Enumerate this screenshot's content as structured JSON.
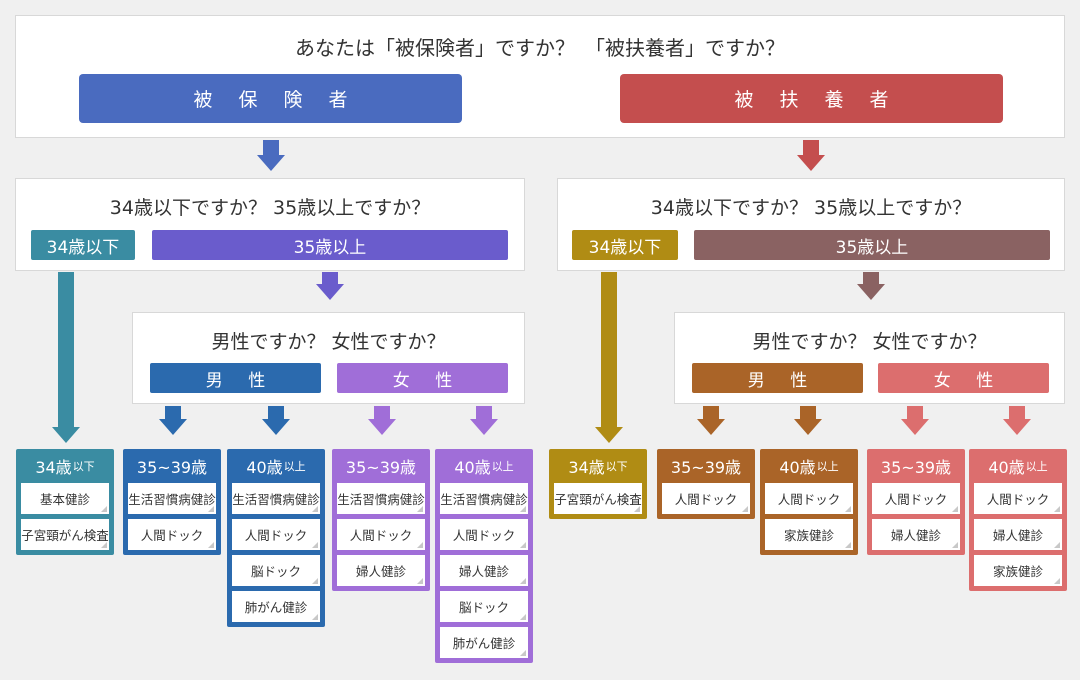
{
  "top": {
    "question": "あなたは「被保険者」ですか？　「被扶養者」ですか？",
    "insured_label": "被 保 険 者",
    "dependent_label": "被 扶 養 者"
  },
  "insured": {
    "age_question": "34歳以下ですか？ 35歳以上ですか？",
    "under34_label": "34歳以下",
    "over35_label": "35歳以上",
    "gender_question": "男性ですか？ 女性ですか？",
    "male_label": "男 性",
    "female_label": "女 性"
  },
  "dependent": {
    "age_question": "34歳以下ですか？ 35歳以上ですか？",
    "under34_label": "34歳以下",
    "over35_label": "35歳以上",
    "gender_question": "男性ですか？ 女性ですか？",
    "male_label": "男 性",
    "female_label": "女 性"
  },
  "columns": [
    {
      "head": "34歳",
      "head_small": "以下",
      "color": "#3a8ca2",
      "items": [
        "基本健診",
        "子宮頸がん検査"
      ]
    },
    {
      "head": "35~39歳",
      "head_small": "",
      "color": "#2b6aae",
      "items": [
        "生活習慣病健診",
        "人間ドック"
      ]
    },
    {
      "head": "40歳",
      "head_small": "以上",
      "color": "#2b6aae",
      "items": [
        "生活習慣病健診",
        "人間ドック",
        "脳ドック",
        "肺がん健診"
      ]
    },
    {
      "head": "35~39歳",
      "head_small": "",
      "color": "#a06ed8",
      "items": [
        "生活習慣病健診",
        "人間ドック",
        "婦人健診"
      ]
    },
    {
      "head": "40歳",
      "head_small": "以上",
      "color": "#a06ed8",
      "items": [
        "生活習慣病健診",
        "人間ドック",
        "婦人健診",
        "脳ドック",
        "肺がん健診"
      ]
    },
    {
      "head": "34歳",
      "head_small": "以下",
      "color": "#b08c14",
      "items": [
        "子宮頸がん検査"
      ]
    },
    {
      "head": "35~39歳",
      "head_small": "",
      "color": "#aa6428",
      "items": [
        "人間ドック"
      ]
    },
    {
      "head": "40歳",
      "head_small": "以上",
      "color": "#aa6428",
      "items": [
        "人間ドック",
        "家族健診"
      ]
    },
    {
      "head": "35~39歳",
      "head_small": "",
      "color": "#dc6e6e",
      "items": [
        "人間ドック",
        "婦人健診"
      ]
    },
    {
      "head": "40歳",
      "head_small": "以上",
      "color": "#dc6e6e",
      "items": [
        "人間ドック",
        "婦人健診",
        "家族健診"
      ]
    }
  ],
  "colors": {
    "insured": "#4a6bbf",
    "dependent": "#c44e4e",
    "insured_under34": "#3a8ca2",
    "insured_over35": "#6a5ccc",
    "insured_male": "#2b6aae",
    "insured_female": "#a06ed8",
    "dependent_under34": "#b08c14",
    "dependent_over35": "#8a6262",
    "dependent_male": "#aa6428",
    "dependent_female": "#dc6e6e"
  }
}
